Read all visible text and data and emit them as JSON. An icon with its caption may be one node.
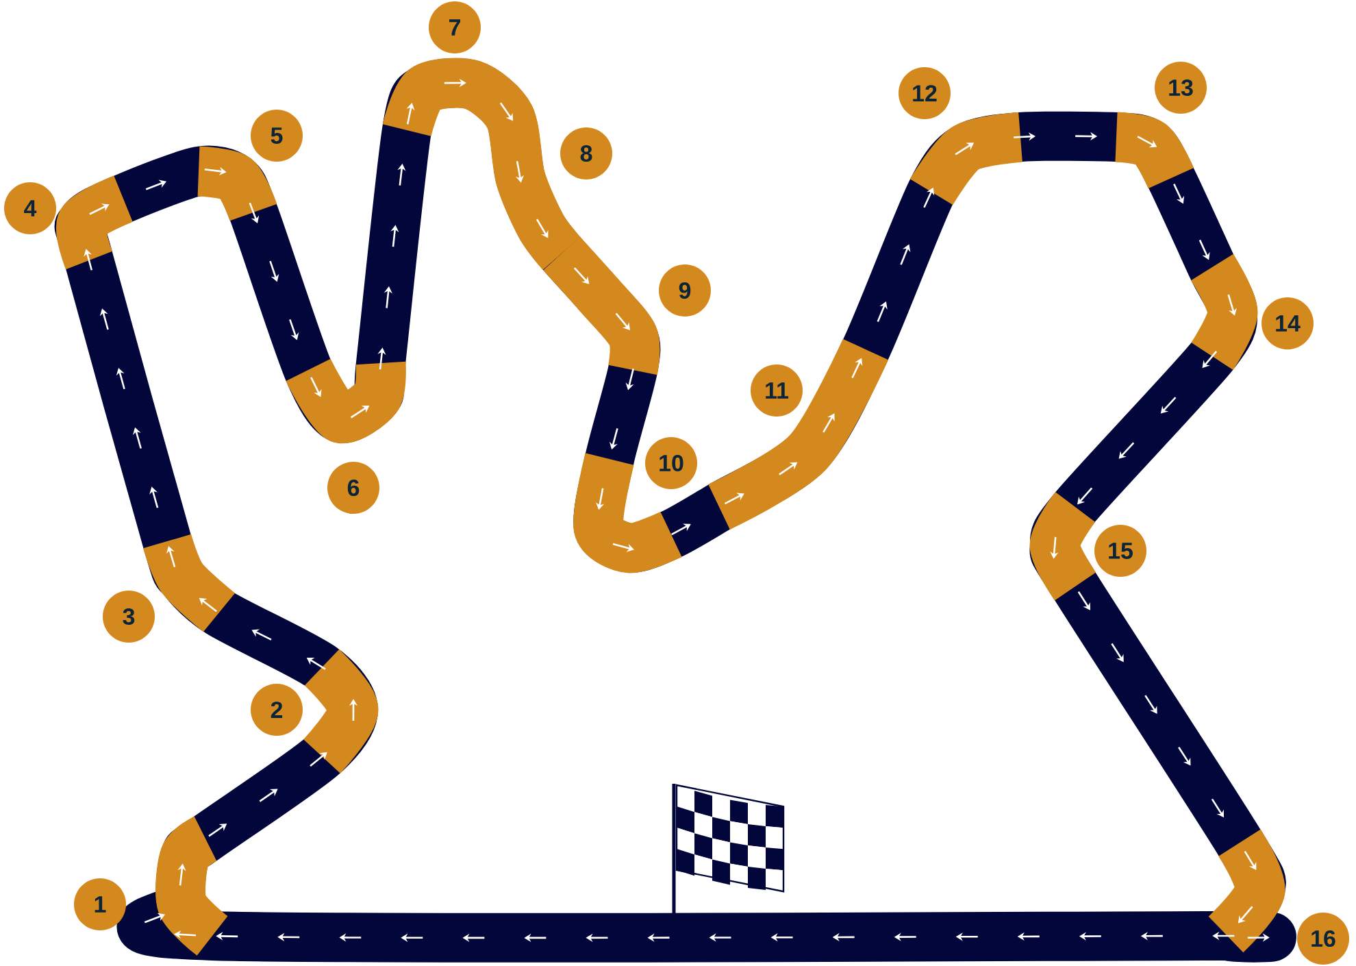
{
  "diagram": {
    "nodes": [
      {
        "text": [
          "1"
        ]
      },
      {
        "text": [
          "2"
        ]
      },
      {
        "text": [
          "3"
        ]
      },
      {
        "text": [
          "4"
        ]
      },
      {
        "text": [
          "5"
        ]
      },
      {
        "text": [
          "6"
        ]
      },
      {
        "text": [
          "7"
        ]
      },
      {
        "text": [
          "8"
        ]
      },
      {
        "text": [
          "9"
        ]
      },
      {
        "text": [
          "10"
        ]
      },
      {
        "text": [
          "11"
        ]
      },
      {
        "text": [
          "12"
        ]
      },
      {
        "text": [
          "13"
        ]
      },
      {
        "text": [
          "14"
        ]
      },
      {
        "text": [
          "15"
        ]
      },
      {
        "text": [
          "16"
        ]
      }
    ]
  }
}
